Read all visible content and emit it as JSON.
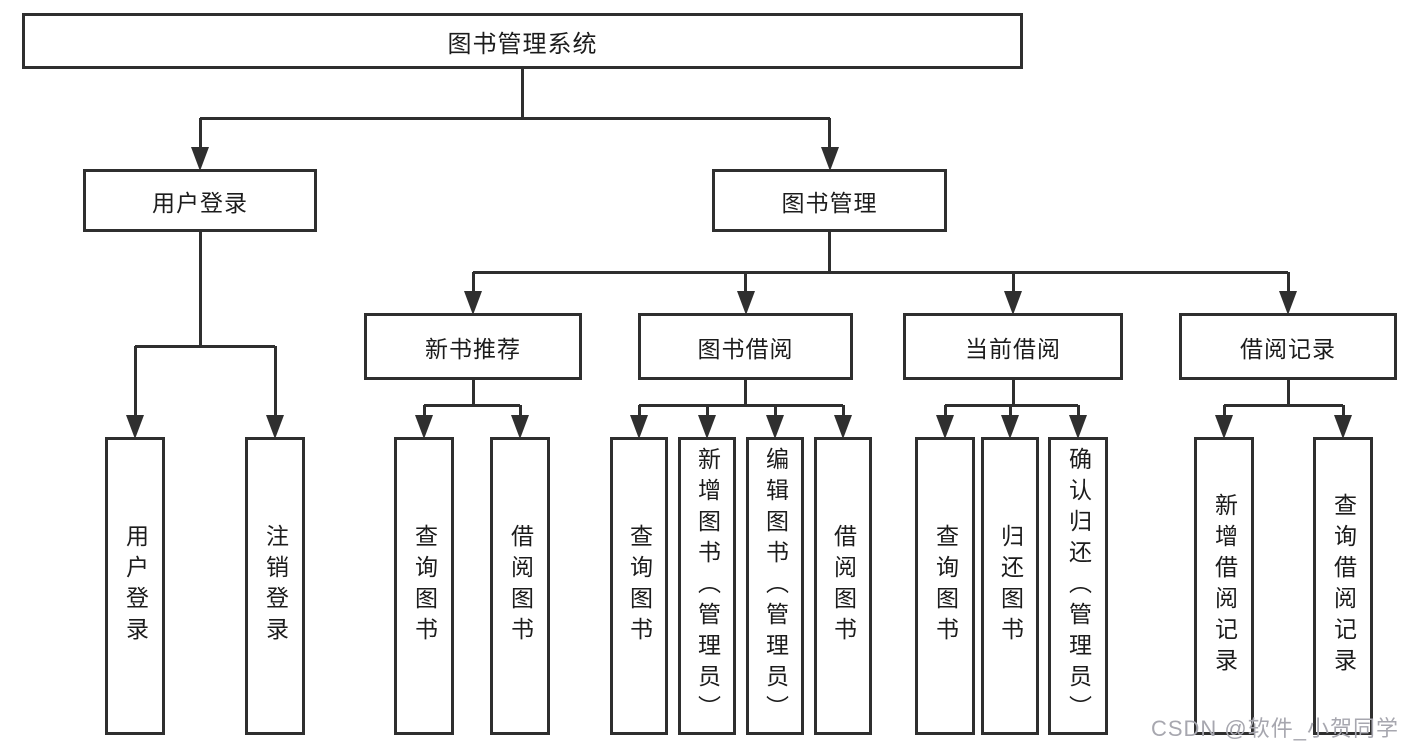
{
  "diagram_title": "图书管理系统",
  "nodes": [
    {
      "id": "root",
      "label": "图书管理系统",
      "orientation": "horizontal"
    },
    {
      "id": "user-login",
      "label": "用户登录",
      "orientation": "horizontal"
    },
    {
      "id": "book-mgmt",
      "label": "图书管理",
      "orientation": "horizontal"
    },
    {
      "id": "new-book-rec",
      "label": "新书推荐",
      "orientation": "horizontal"
    },
    {
      "id": "book-borrow",
      "label": "图书借阅",
      "orientation": "horizontal"
    },
    {
      "id": "current-borrow",
      "label": "当前借阅",
      "orientation": "horizontal"
    },
    {
      "id": "borrow-record",
      "label": "借阅记录",
      "orientation": "horizontal"
    },
    {
      "id": "leaf-user-login",
      "label": "用户登录",
      "orientation": "vertical"
    },
    {
      "id": "leaf-logout",
      "label": "注销登录",
      "orientation": "vertical"
    },
    {
      "id": "leaf-nbr-query",
      "label": "查询图书",
      "orientation": "vertical"
    },
    {
      "id": "leaf-nbr-borrow",
      "label": "借阅图书",
      "orientation": "vertical"
    },
    {
      "id": "leaf-bb-query",
      "label": "查询图书",
      "orientation": "vertical"
    },
    {
      "id": "leaf-bb-add",
      "label": "新增图书（管理员）",
      "orientation": "vertical"
    },
    {
      "id": "leaf-bb-edit",
      "label": "编辑图书（管理员）",
      "orientation": "vertical"
    },
    {
      "id": "leaf-bb-borrow",
      "label": "借阅图书",
      "orientation": "vertical"
    },
    {
      "id": "leaf-cb-query",
      "label": "查询图书",
      "orientation": "vertical"
    },
    {
      "id": "leaf-cb-return",
      "label": "归还图书",
      "orientation": "vertical"
    },
    {
      "id": "leaf-cb-confirm",
      "label": "确认归还（管理员）",
      "orientation": "vertical"
    },
    {
      "id": "leaf-br-add",
      "label": "新增借阅记录",
      "orientation": "vertical"
    },
    {
      "id": "leaf-br-query",
      "label": "查询借阅记录",
      "orientation": "vertical"
    }
  ],
  "edges": [
    {
      "from": "root",
      "to": [
        "user-login",
        "book-mgmt"
      ]
    },
    {
      "from": "user-login",
      "to": [
        "leaf-user-login",
        "leaf-logout"
      ]
    },
    {
      "from": "book-mgmt",
      "to": [
        "new-book-rec",
        "book-borrow",
        "current-borrow",
        "borrow-record"
      ]
    },
    {
      "from": "new-book-rec",
      "to": [
        "leaf-nbr-query",
        "leaf-nbr-borrow"
      ]
    },
    {
      "from": "book-borrow",
      "to": [
        "leaf-bb-query",
        "leaf-bb-add",
        "leaf-bb-edit",
        "leaf-bb-borrow"
      ]
    },
    {
      "from": "current-borrow",
      "to": [
        "leaf-cb-query",
        "leaf-cb-return",
        "leaf-cb-confirm"
      ]
    },
    {
      "from": "borrow-record",
      "to": [
        "leaf-br-add",
        "leaf-br-query"
      ]
    }
  ],
  "watermark": {
    "text": "CSDN @软件_小贺同学"
  },
  "colors": {
    "line": "#2f2f2f",
    "box_border": "#2f2f2f",
    "text": "#1c1c1c",
    "watermark": "#a7a7af",
    "background": "#ffffff"
  }
}
